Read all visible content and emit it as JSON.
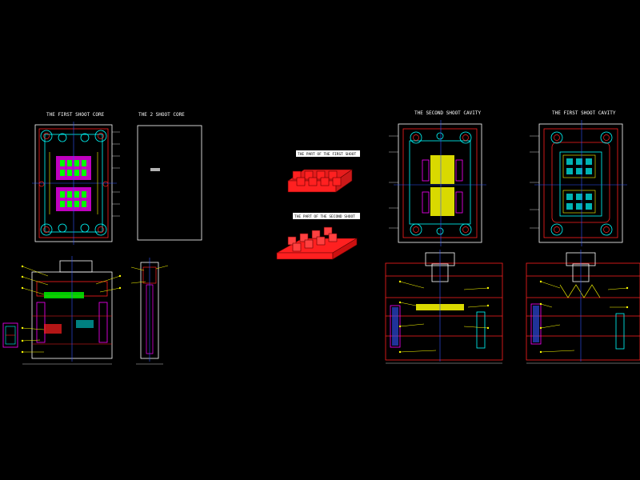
{
  "views": {
    "first_shoot_core": "THE FIRST SHOOT CORE",
    "second_shoot_core": "THE 2 SHOOT CORE",
    "second_shoot_cavity": "THE SECOND SHOOT CAVITY",
    "first_shoot_cavity": "THE FIRST SHOOT CAVITY"
  },
  "parts": {
    "first_shoot_part": "THE PART OF THE FIRST SHOOT",
    "second_shoot_part": "THE PART OF THE SECOND SHOOT"
  },
  "colors": {
    "background": "#000000",
    "outline": "#ffffff",
    "red": "#ff2020",
    "cyan": "#00ffff",
    "magenta": "#ff00ff",
    "yellow": "#ffff00",
    "green": "#00ff00",
    "blue": "#3355ff"
  }
}
